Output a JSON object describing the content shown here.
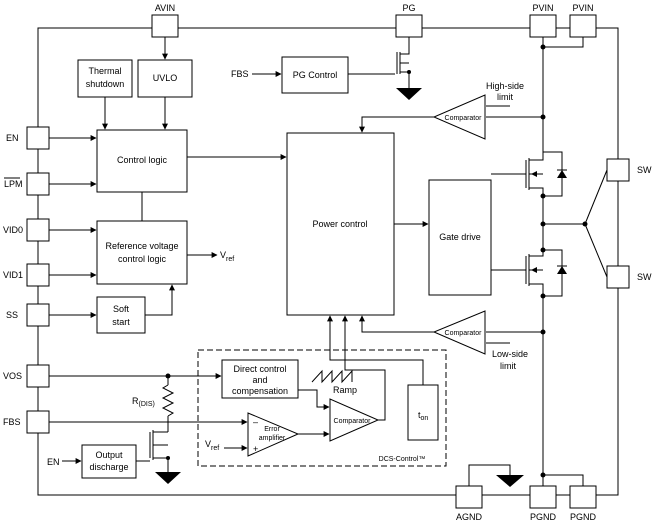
{
  "pins": {
    "avin": "AVIN",
    "pg": "PG",
    "pvin_1": "PVIN",
    "pvin_2": "PVIN",
    "en": "EN",
    "lpm": "LPM",
    "vid0": "VID0",
    "vid1": "VID1",
    "ss": "SS",
    "vos": "VOS",
    "fbs": "FBS",
    "sw_1": "SW",
    "sw_2": "SW",
    "agnd": "AGND",
    "pgnd_1": "PGND",
    "pgnd_2": "PGND"
  },
  "blocks": {
    "thermal_1": "Thermal",
    "thermal_2": "shutdown",
    "uvlo": "UVLO",
    "pg_control": "PG Control",
    "fbs_in": "FBS",
    "control_logic": "Control logic",
    "ref_1": "Reference voltage",
    "ref_2": "control logic",
    "vref_out": "V",
    "vref_out_sub": "ref",
    "soft_1": "Soft",
    "soft_2": "start",
    "power_control": "Power control",
    "gate_drive": "Gate drive",
    "direct_1": "Direct control",
    "direct_2": "and",
    "direct_3": "compensation",
    "ramp": "Ramp",
    "ton": "t",
    "ton_sub": "on",
    "error_1": "Error",
    "error_2": "amplifier",
    "minus": "–",
    "plus": "+",
    "comparator": "Comparator",
    "comparator_hs": "Comparator",
    "comparator_ls": "Comparator",
    "vref_in": "V",
    "vref_in_sub": "ref",
    "rdis": "R",
    "rdis_sub": "(DIS)",
    "en_in": "EN",
    "output_1": "Output",
    "output_2": "discharge",
    "highside_1": "High-side",
    "highside_2": "limit",
    "lowside_1": "Low-side",
    "lowside_2": "limit",
    "dcs_control": "DCS-Control™"
  }
}
